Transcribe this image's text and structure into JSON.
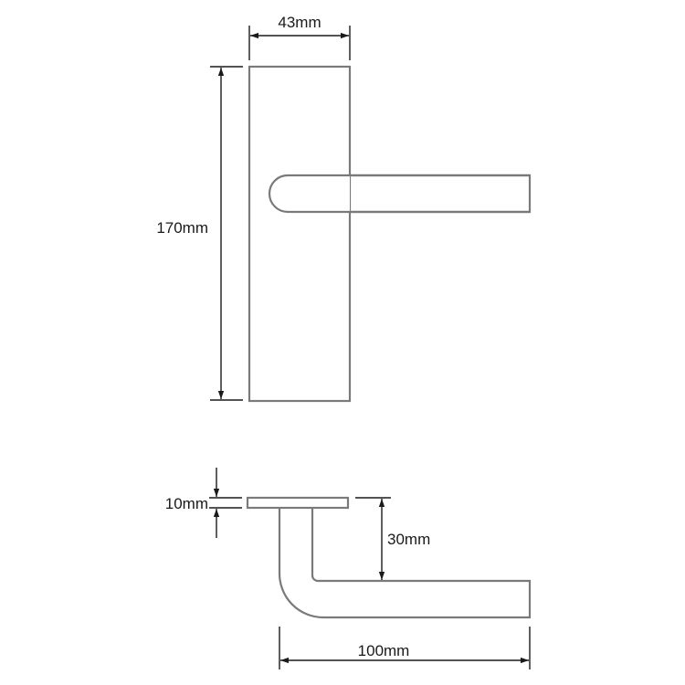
{
  "dimensions": {
    "plate_width": "43mm",
    "plate_height": "170mm",
    "plate_thickness": "10mm",
    "lever_projection": "30mm",
    "lever_length": "100mm"
  }
}
